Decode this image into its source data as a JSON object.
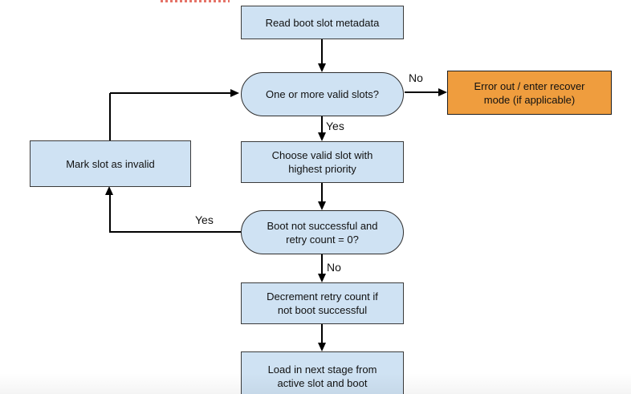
{
  "colors": {
    "process_fill": "#cfe2f3",
    "process_border": "#3b3b3b",
    "error_fill": "#ef9d3e",
    "arrow": "#000000",
    "red_artifact": "#e57368"
  },
  "nodes": {
    "read_metadata": {
      "type": "process",
      "label": "Read boot slot metadata"
    },
    "valid_slots_decision": {
      "type": "decision",
      "label": "One or more valid slots?"
    },
    "error_recover": {
      "type": "process",
      "label": "Error out / enter recover\nmode (if applicable)"
    },
    "choose_slot": {
      "type": "process",
      "label": "Choose valid slot with\nhighest priority"
    },
    "boot_retry_decision": {
      "type": "decision",
      "label": "Boot not successful and\nretry count = 0?"
    },
    "mark_invalid": {
      "type": "process",
      "label": "Mark slot as invalid"
    },
    "decrement_retry": {
      "type": "process",
      "label": "Decrement retry count if\nnot boot successful"
    },
    "load_next_stage": {
      "type": "process",
      "label": "Load in next stage from\nactive slot and boot"
    }
  },
  "edge_labels": {
    "valid_slots_no": "No",
    "valid_slots_yes": "Yes",
    "boot_retry_yes": "Yes",
    "boot_retry_no": "No"
  }
}
